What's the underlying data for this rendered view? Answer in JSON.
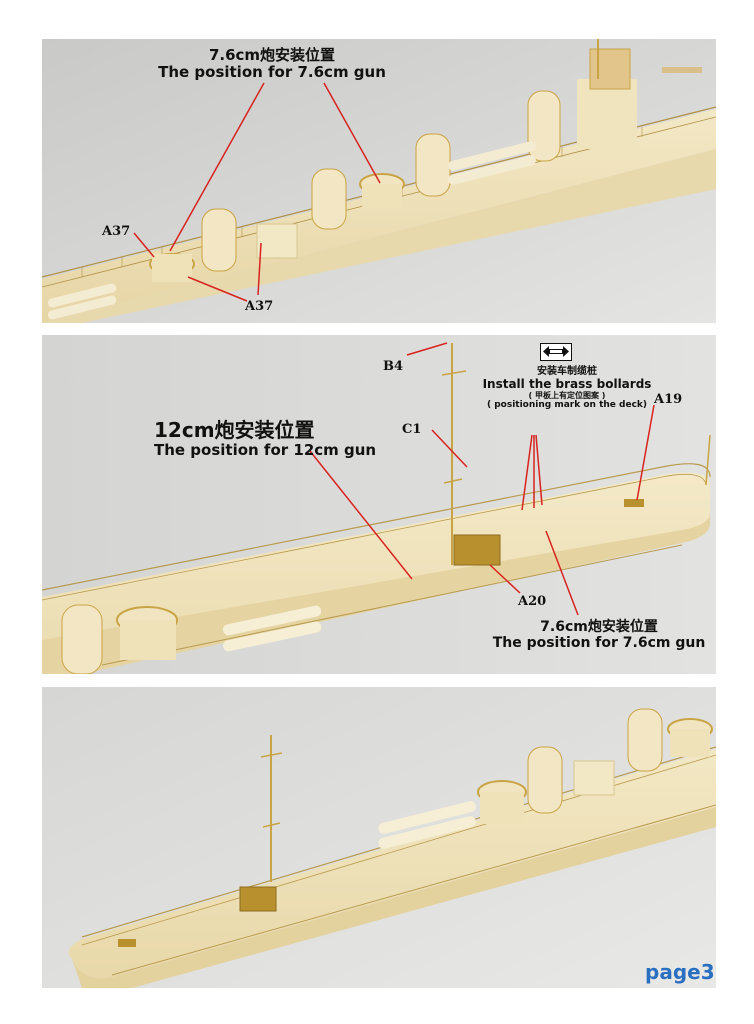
{
  "panel1": {
    "title_cn": "7.6cm炮安装位置",
    "title_en": "The position for 7.6cm gun",
    "ref_a37_left": "A37",
    "ref_a37_bottom": "A37"
  },
  "panel2": {
    "gun12_cn": "12cm炮安装位置",
    "gun12_en": "The position for 12cm gun",
    "bollard_cn": "安装车制缆桩",
    "bollard_en": "Install the brass bollards",
    "bollard_note_cn": "( 甲板上有定位图案 )",
    "bollard_note_en": "( positioning mark on the deck)",
    "ref_b4": "B4",
    "ref_c1": "C1",
    "ref_a19": "A19",
    "ref_a20": "A20",
    "gun76_cn": "7.6cm炮安装位置",
    "gun76_en": "The position for 7.6cm gun",
    "bollard_icon": "double-arrow-icon"
  },
  "footer": {
    "page_label": "page3"
  },
  "colors": {
    "accent_lines": "#d8231f",
    "page_label": "#2b6fc0",
    "hull": "#efe2b8",
    "brass": "#c9a445"
  }
}
